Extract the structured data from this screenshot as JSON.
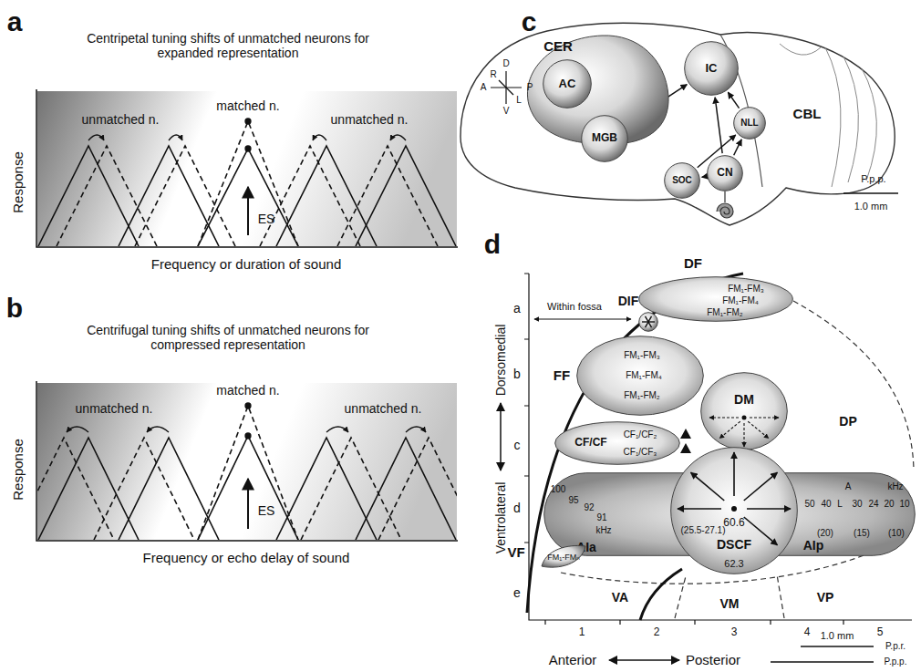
{
  "diagram": {
    "nodes": [
      {
        "text": [
          "CER"
        ]
      },
      {
        "text": [
          "AC"
        ],
        "in": 0
      },
      {
        "text": [
          "IC"
        ]
      },
      {
        "text": [
          "MGB"
        ]
      },
      {
        "text": [
          "NLL"
        ]
      },
      {
        "text": [
          "SOC"
        ]
      },
      {
        "text": [
          "CN"
        ]
      },
      {
        "text": [
          "DF",
          "FM₁-FM₃",
          "FM₁-FM₄",
          "FM₁-FM₂"
        ]
      },
      {
        "text": [
          "DIF"
        ]
      },
      {
        "text": [
          "FF",
          "FM₁-FM₃",
          "FM₁-FM₄",
          "FM₁-FM₂"
        ]
      },
      {
        "text": [
          "CF/CF",
          "CF₁/CF₂",
          "CF₁/CF₃"
        ]
      },
      {
        "text": [
          "DM"
        ]
      },
      {
        "text": [
          "AIa",
          "AIp"
        ]
      },
      {
        "text": [
          "DSCF",
          "60.6",
          "62.3",
          "(25.5-27.1)"
        ]
      },
      {
        "text": [
          "VF",
          "FM₁-FMₙ"
        ]
      }
    ],
    "edges": [
      {
        "from": 1,
        "to": 3,
        "arrow": "both"
      },
      {
        "from": 3,
        "to": 2,
        "arrow": "both"
      },
      {
        "from": 4,
        "to": 2,
        "arrow": "to"
      },
      {
        "from": 5,
        "to": 4,
        "arrow": "to"
      },
      {
        "from": 6,
        "to": 5,
        "arrow": "to"
      },
      {
        "from": 6,
        "to": 4,
        "arrow": "to"
      },
      {
        "from": 6,
        "to": 2,
        "arrow": "to"
      }
    ],
    "labels": [
      "a",
      "Centripetal tuning shifts of unmatched neurons for expanded representation",
      "matched n.",
      "unmatched n.",
      "unmatched n.",
      "ES",
      "Response",
      "Frequency or duration of sound",
      "b",
      "Centrifugal tuning shifts of unmatched neurons for compressed representation",
      "matched n.",
      "unmatched n.",
      "unmatched n.",
      "ES",
      "Response",
      "Frequency or echo delay of sound",
      "c",
      "D",
      "V",
      "R",
      "L",
      "A",
      "P",
      "CBL",
      "P.p.p.",
      "1.0 mm",
      "d",
      "a",
      "b",
      "c",
      "d",
      "e",
      "Dorsomedial",
      "Ventrolateral",
      "Within fossa",
      "1",
      "2",
      "3",
      "4",
      "5",
      "Anterior",
      "Posterior",
      "1.0 mm",
      "P.p.r.",
      "P.p.p.",
      "100",
      "95",
      "92",
      "91",
      "kHz",
      "50",
      "40",
      "A",
      "L",
      "30",
      "24",
      "20",
      "10",
      "kHz",
      "(20)",
      "(15)",
      "(10)",
      "DP",
      "VA",
      "VM",
      "VP"
    ]
  }
}
